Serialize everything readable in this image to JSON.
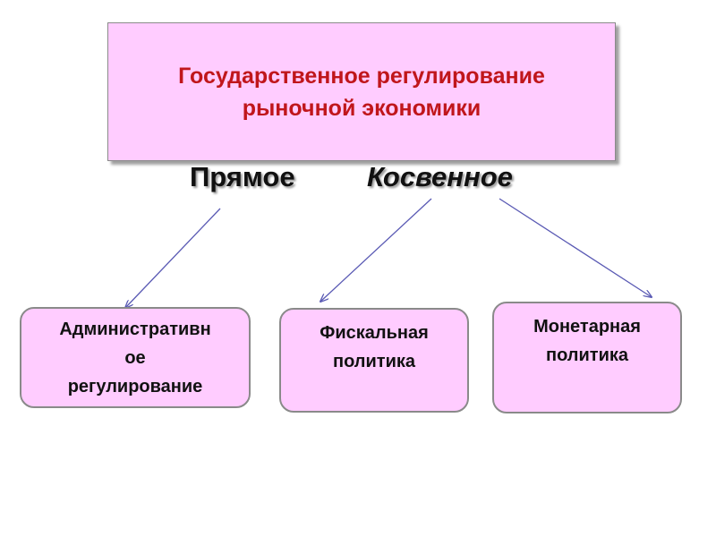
{
  "header": {
    "title_line1": "Государственное регулирование",
    "title_line2": "рыночной экономики"
  },
  "branches": {
    "direct": "Прямое",
    "indirect": "Косвенное"
  },
  "nodes": {
    "administrative": {
      "line1": "Административн",
      "line2": "ое",
      "line3": "регулирование"
    },
    "fiscal": {
      "line1": "Фискальная",
      "line2": "политика"
    },
    "monetary": {
      "line1": "Монетарная",
      "line2": "политика"
    }
  },
  "colors": {
    "box_fill": "#ffccff",
    "title_text": "#c0161b",
    "arrow": "#5a5ab4",
    "border": "#8a8a8a"
  }
}
